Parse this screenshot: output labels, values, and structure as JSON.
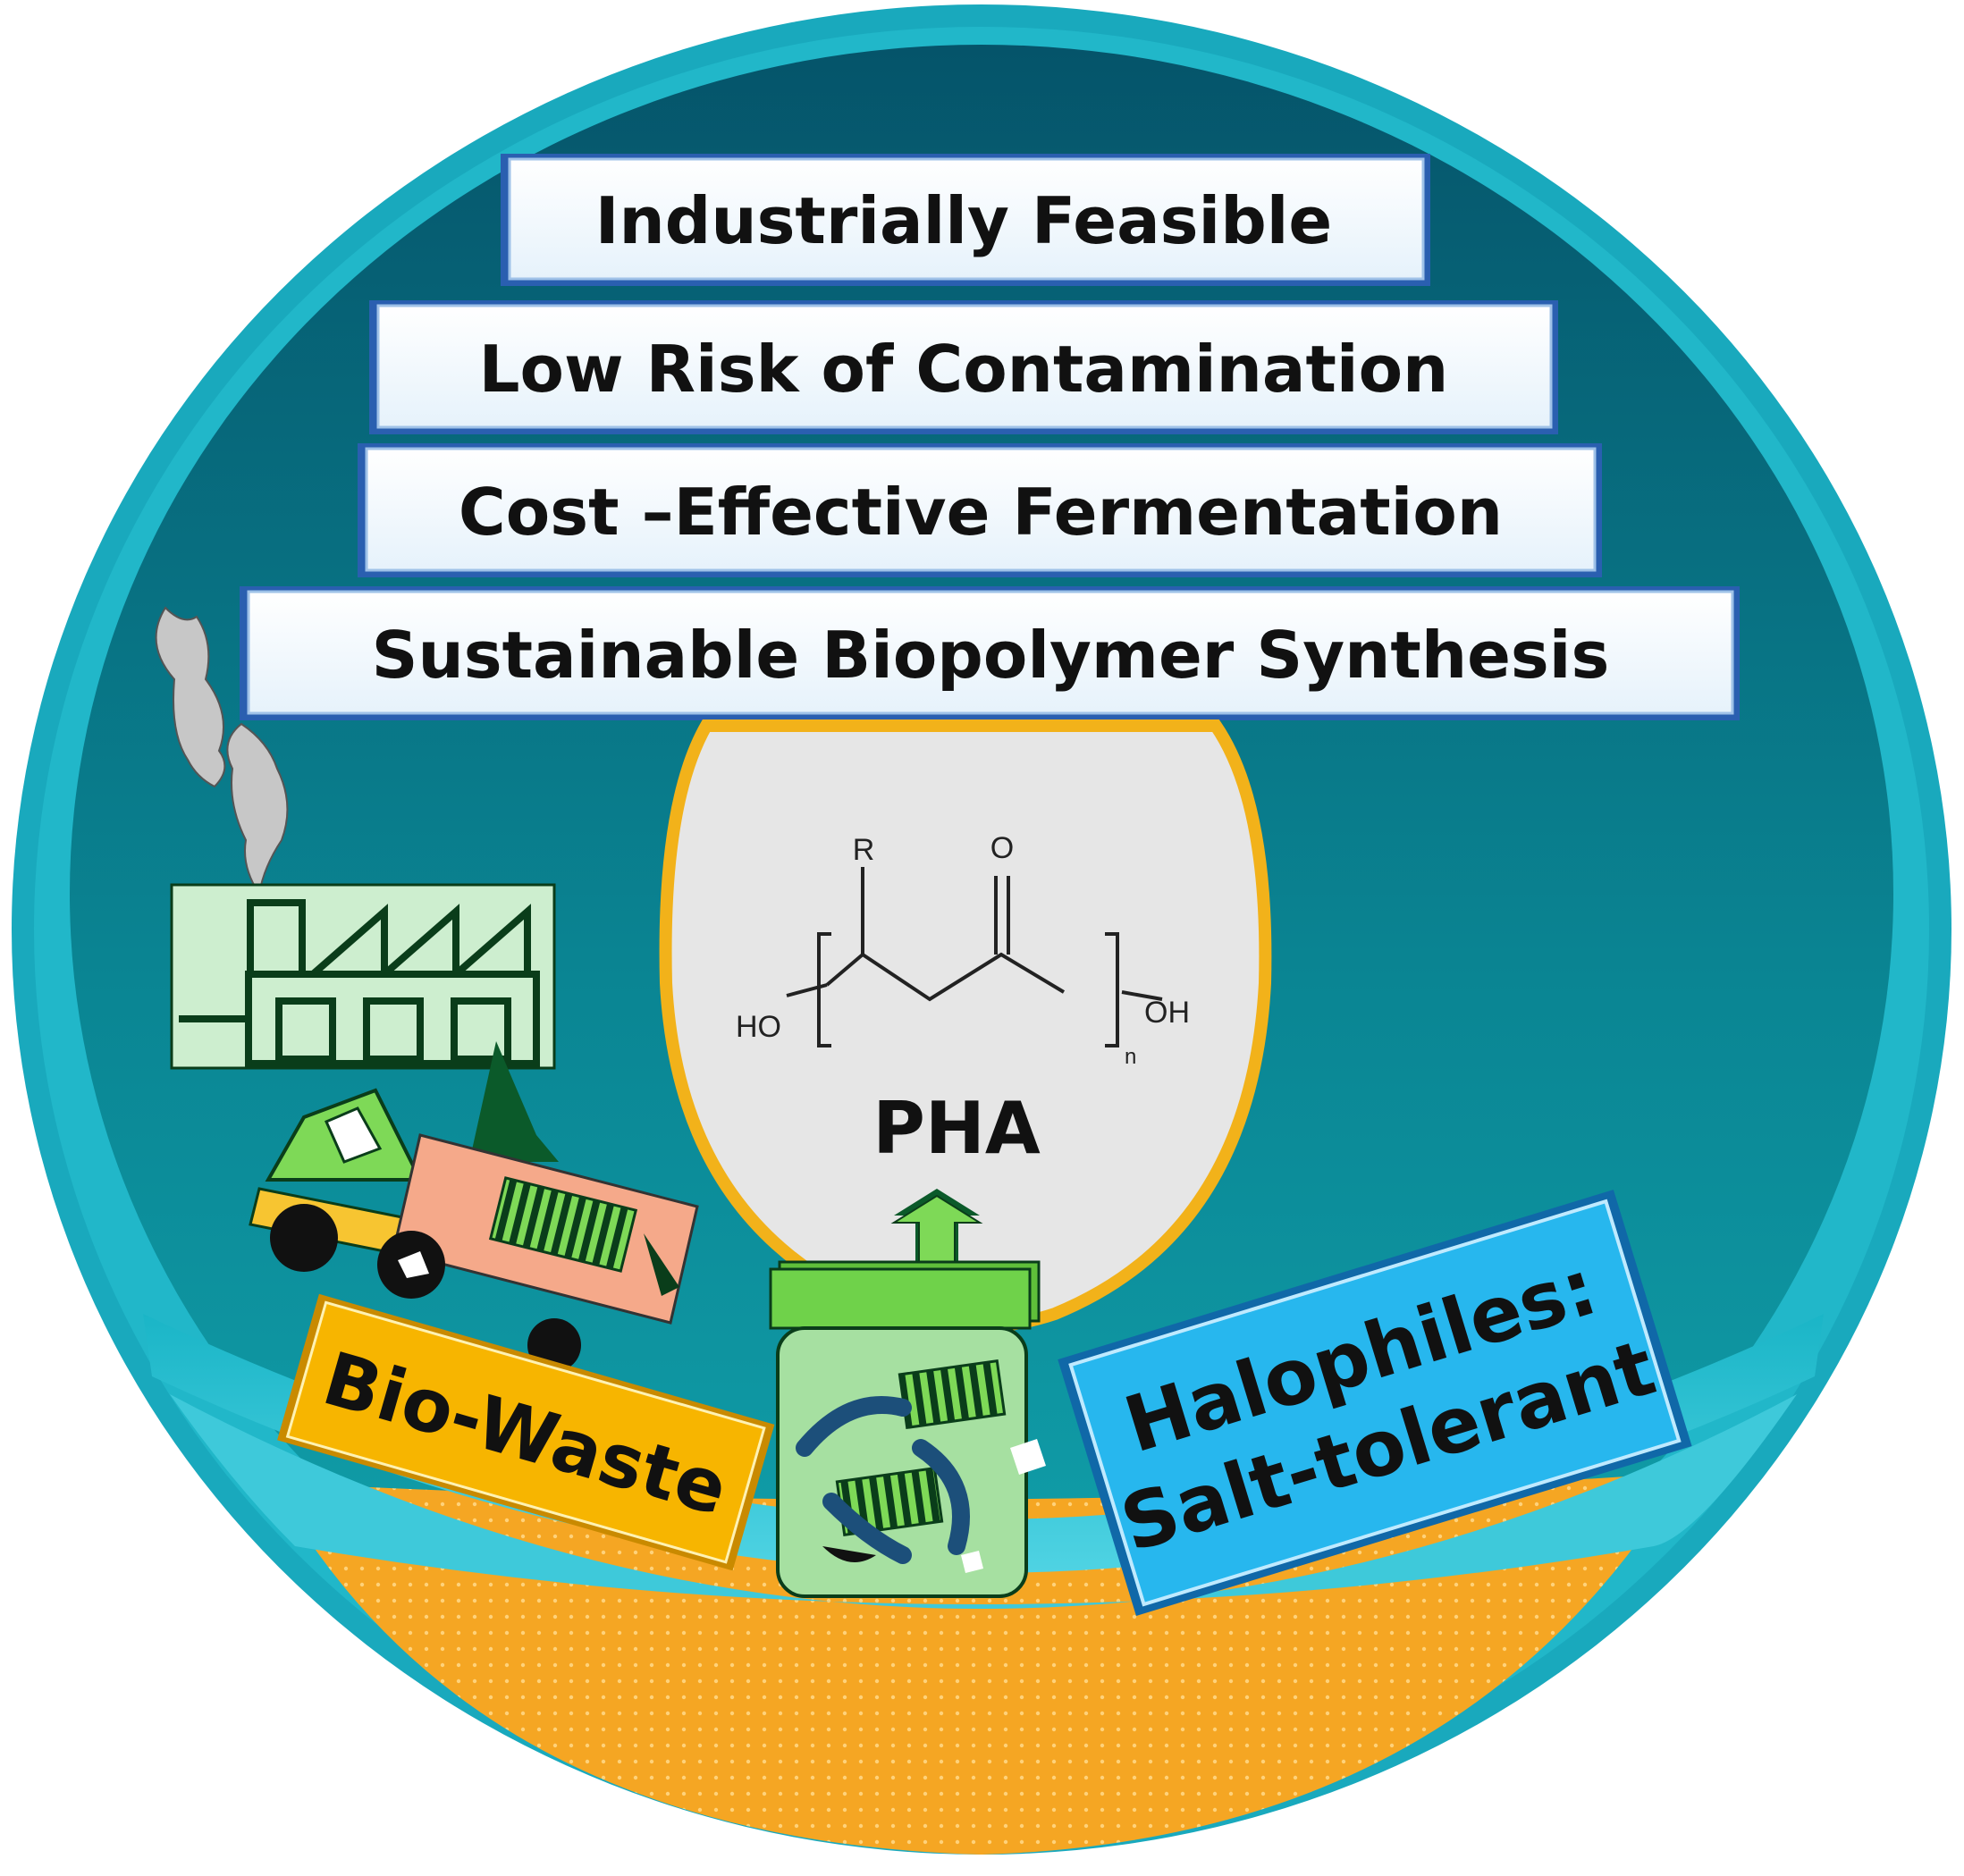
{
  "benefits": [
    "Industrially Feasible",
    "Low Risk of Contamination",
    "Cost –Effective Fermentation",
    "Sustainable Biopolymer Synthesis"
  ],
  "product": {
    "name": "PHA",
    "structure": {
      "substituent": "R",
      "carbonyl_oxygen": "O",
      "left_end": "HO",
      "right_end": "OH",
      "repeat": "n"
    }
  },
  "feedstock": {
    "label": "Bio-Waste"
  },
  "organism": {
    "line1": "Halophiles:",
    "line2": "Salt-tolerant"
  },
  "colors": {
    "circle_outer": "#1fb3c6",
    "circle_inner_top": "#05586e",
    "circle_inner_bottom": "#0b98a6",
    "ground": "#f5a623",
    "egg_border": "#f2b21a",
    "egg_fill": "#e6e6e6",
    "biowaste_label": "#f7b500",
    "halophiles_label": "#27b7ee",
    "truck_green": "#7ed957",
    "truck_box": "#f5a98a",
    "jar_green": "#a6e0a1",
    "factory_fill": "#cdeecf"
  }
}
